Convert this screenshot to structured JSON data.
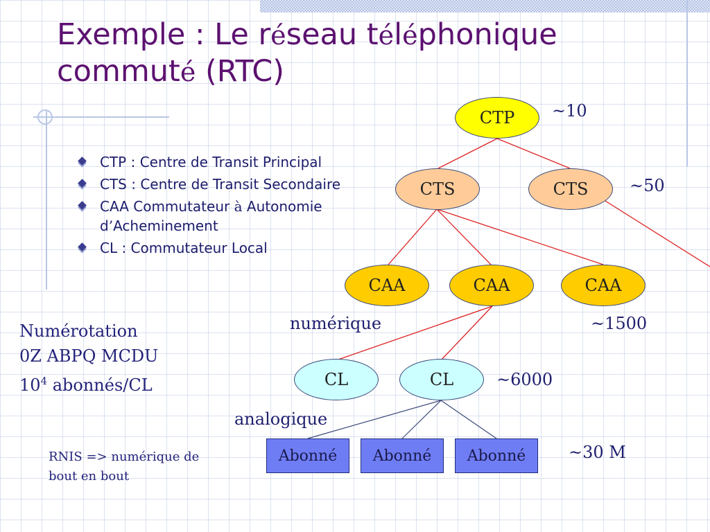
{
  "title": {
    "parts": [
      "Exemple : Le r",
      "é",
      "seau t",
      "é",
      "l",
      "é",
      "phonique",
      "commut",
      "é",
      " (RTC)"
    ]
  },
  "bullets": [
    {
      "text": "CTP : Centre de Transit Principal"
    },
    {
      "text": "CTS : Centre de Transit  Secondaire"
    },
    {
      "text_a": "CAA Commutateur ",
      "text_accent": "à",
      "text_b": " Autonomie",
      "line2_a": "d",
      "line2_apos": "’",
      "line2_b": "Acheminement"
    },
    {
      "text": "CL : Commutateur Local"
    }
  ],
  "numerotation": {
    "line1": "Numérotation",
    "line2": "0Z ABPQ MCDU",
    "line3_base": "10",
    "line3_sup": "4",
    "line3_rest": " abonnés/CL"
  },
  "rnis": "RNIS => numérique de bout en bout",
  "nodes": {
    "ctp": "CTP",
    "cts1": "CTS",
    "cts2": "CTS",
    "caa1": "CAA",
    "caa2": "CAA",
    "caa3": "CAA",
    "cl1": "CL",
    "cl2": "CL",
    "ab1": "Abonné",
    "ab2": "Abonné",
    "ab3": "Abonné"
  },
  "counts": {
    "ctp": "~10",
    "cts": "~50",
    "caa": "~1500",
    "cl": "~6000",
    "abonne": "~30 M"
  },
  "labels": {
    "numerique": "numérique",
    "analogique": "analogique"
  },
  "colors": {
    "title": "#5c1170",
    "text": "#1c1c6c",
    "edge_red": "#dd2222",
    "edge_blue": "#3b4a7a",
    "ctp_fill": "#ffff00",
    "cts_fill": "#ffcc99",
    "caa_fill": "#ffcc00",
    "cl_fill": "#ccffff",
    "abonne_fill": "#6f7df5"
  }
}
